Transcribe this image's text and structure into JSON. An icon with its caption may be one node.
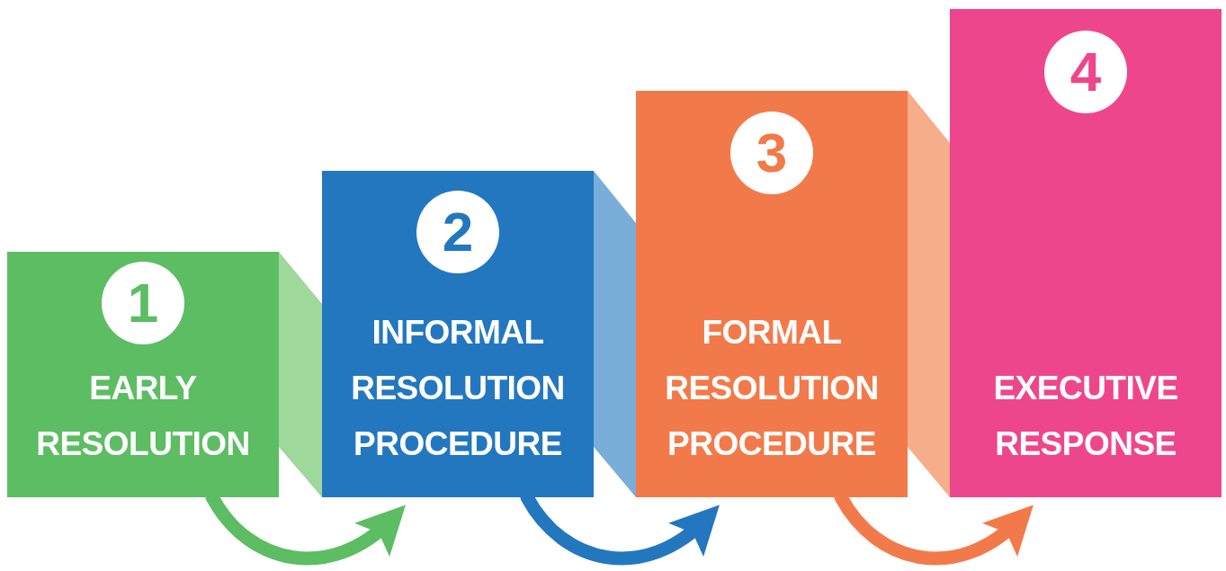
{
  "diagram": {
    "nodes": [
      {
        "text": [
          "1",
          "EARLY RESOLUTION"
        ]
      },
      {
        "text": [
          "2",
          "INFORMAL RESOLUTION PROCEDURE"
        ]
      },
      {
        "text": [
          "3",
          "FORMAL RESOLUTION PROCEDURE"
        ]
      },
      {
        "text": [
          "4",
          "EXECUTIVE RESPONSE"
        ]
      }
    ],
    "edges": [
      {
        "from": 0,
        "to": 1,
        "arrow": "to",
        "color": "#5cbd63"
      },
      {
        "from": 1,
        "to": 2,
        "arrow": "to",
        "color": "#2377bf"
      },
      {
        "from": 2,
        "to": 3,
        "arrow": "to",
        "color": "#f27a4a"
      }
    ]
  }
}
